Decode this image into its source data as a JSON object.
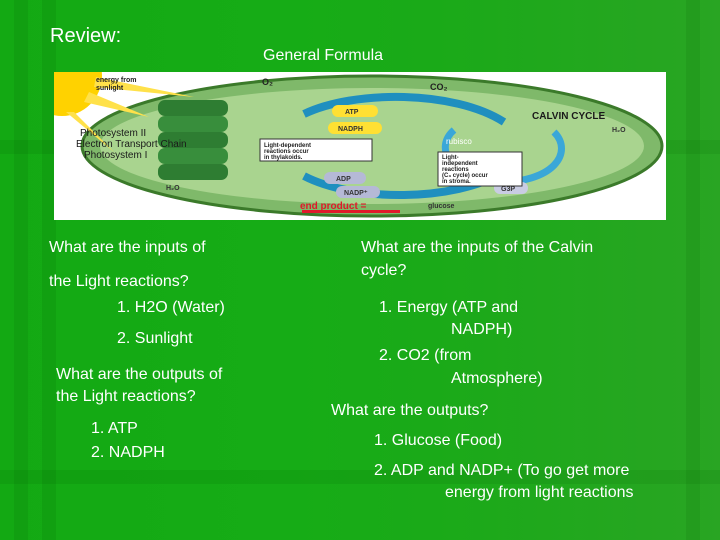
{
  "slide": {
    "title": "Review:",
    "formula_heading": "General Formula"
  },
  "diagram": {
    "energy_label_1": "energy from",
    "energy_label_2": "sunlight",
    "o2": "O₂",
    "co2": "CO₂",
    "atp": "ATP",
    "nadph": "NADPH",
    "calvin": "CALVIN CYCLE",
    "h2o_right": "H₂O",
    "ps_1": "Photosystem II",
    "ps_2": "Electron Transport Chain",
    "ps_3": "Photosystem I",
    "light_dep_1": "Light-dependent",
    "light_dep_2": "reactions occur",
    "light_dep_3": "in thylakoids.",
    "rubisco": "rubisco",
    "light_ind_1": "Light-",
    "light_ind_2": "independent",
    "light_ind_3": "reactions",
    "light_ind_4": "(C₃ cycle) occur",
    "light_ind_5": "in stroma.",
    "adp": "ADP",
    "nadp": "NADP⁺",
    "h2o_left": "H₂O",
    "g3p": "G3P",
    "end_product": "end product =",
    "glucose": "glucose",
    "colors": {
      "sun": "#ffd200",
      "chloroplast": "#7fb96a",
      "thylakoid": "#2e7d32",
      "arrow": "#1f8fbf",
      "end": "#e0192a"
    }
  },
  "left": {
    "q1_line1": "What are the inputs of",
    "q1_line2": "the Light reactions?",
    "in1": "1.  H2O (Water)",
    "in2": "2. Sunlight",
    "q2_line1": "What are the outputs of",
    "q2_line2": "the Light reactions?",
    "out1": "1.  ATP",
    "out2": "2. NADPH"
  },
  "right": {
    "q1_line1": "What are the inputs of the Calvin",
    "q1_line2": "cycle?",
    "in1_line1": "1.  Energy (ATP and",
    "in1_line2": "NADPH)",
    "in2_line1": "2.  CO2 (from",
    "in2_line2": "Atmosphere)",
    "q2": "What are the outputs?",
    "out1": "1.  Glucose (Food)",
    "out2_line1": "2.  ADP and NADP+ (To go get more",
    "out2_line2": "energy from light reactions"
  }
}
